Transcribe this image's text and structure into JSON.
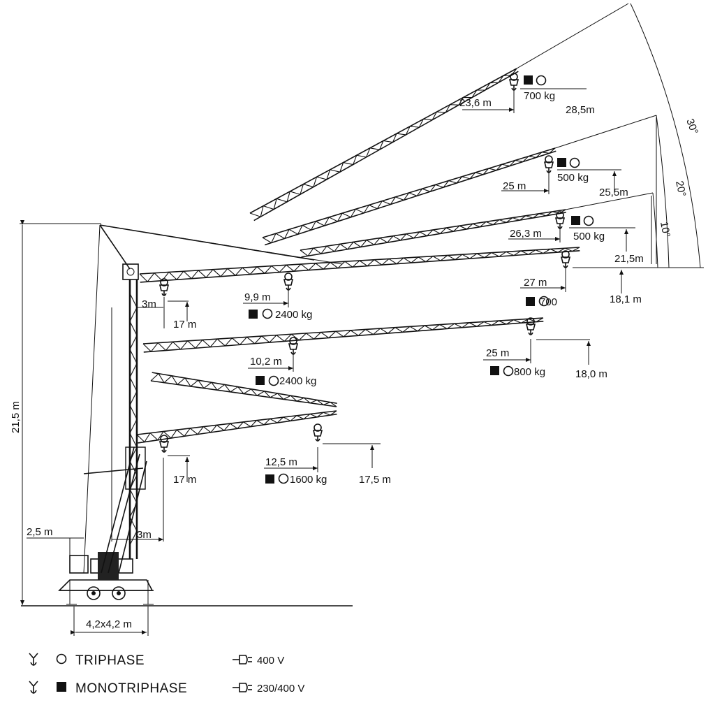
{
  "dimensions": {
    "height_total": "21,5 m",
    "rear": "2,5 m",
    "base": "4,2x4,2 m",
    "offset_top": "3m",
    "offset_bottom": "3m"
  },
  "angles": {
    "a30": "30°",
    "a20": "20°",
    "a10": "10°"
  },
  "configs": [
    {
      "id": "30",
      "radius": "23,6 m",
      "load": "700 kg",
      "height": "28,5m"
    },
    {
      "id": "20",
      "radius": "25 m",
      "load": "500 kg",
      "height": "25,5m"
    },
    {
      "id": "10",
      "radius": "26,3 m",
      "load": "500 kg",
      "height": "21,5m"
    },
    {
      "id": "0",
      "radius": "27 m",
      "load": "700",
      "height": "18,1 m",
      "inner_radius": "9,9 m",
      "inner_load": "2400 kg",
      "hook_height": "17 m"
    },
    {
      "id": "mid",
      "radius": "25 m",
      "load": "800 kg",
      "height": "18,0 m",
      "inner_radius": "10,2 m",
      "inner_load": "2400 kg"
    },
    {
      "id": "folded",
      "radius": "12,5 m",
      "load": "1600 kg",
      "height": "17,5 m",
      "hook_height": "17 m"
    }
  ],
  "legend": {
    "triphase": "TRIPHASE",
    "monotriphase": "MONOTRIPHASE",
    "v400": "400 V",
    "v230_400": "230/400 V"
  }
}
